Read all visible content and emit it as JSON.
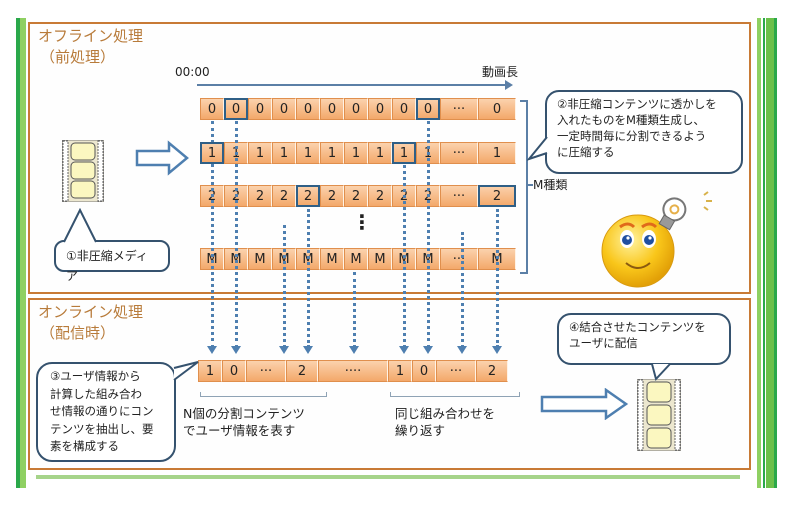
{
  "offline": {
    "title_line1": "オフライン処理",
    "title_line2": "（前処理）",
    "timeline_start": "00:00",
    "timeline_end": "動画長",
    "source_label": "①非圧縮メディア",
    "bubble2_lines": [
      "②非圧縮コンテンツに透かしを",
      "入れたものをM種類生成し、",
      "一定時間毎に分割できるよう",
      "に圧縮する"
    ],
    "m_label": "M種類",
    "vdots": "⋮",
    "rows": [
      {
        "cells": [
          "0",
          "0",
          "0",
          "0",
          "0",
          "0",
          "0",
          "0",
          "0",
          "0",
          "···",
          "0"
        ],
        "highlight": [
          1,
          9
        ]
      },
      {
        "cells": [
          "1",
          "1",
          "1",
          "1",
          "1",
          "1",
          "1",
          "1",
          "1",
          "1",
          "···",
          "1"
        ],
        "highlight": [
          0,
          8
        ]
      },
      {
        "cells": [
          "2",
          "2",
          "2",
          "2",
          "2",
          "2",
          "2",
          "2",
          "2",
          "2",
          "···",
          "2"
        ],
        "highlight": [
          4,
          11
        ]
      },
      {
        "cells": [
          "M",
          "M",
          "M",
          "M",
          "M",
          "M",
          "M",
          "M",
          "M",
          "M",
          "···",
          "M"
        ],
        "highlight": []
      }
    ]
  },
  "online": {
    "title_line1": "オンライン処理",
    "title_line2": "（配信時）",
    "bubble3_lines": [
      "③ユーザ情報から",
      "計算した組み合わ",
      "せ情報の通りにコン",
      "テンツを抽出し、要",
      "素を構成する"
    ],
    "output_cells": [
      "1",
      "0",
      "···",
      "2",
      "····",
      "1",
      "0",
      "···",
      "2"
    ],
    "brace1_lines": [
      "N個の分割コンテンツ",
      "でユーザ情報を表す"
    ],
    "brace2_lines": [
      "同じ組み合わせを",
      "繰り返す"
    ],
    "bubble4_lines": [
      "④結合させたコンテンツを",
      "ユーザに配信"
    ]
  },
  "colors": {
    "panel_border": "#c87a35",
    "title": "#b87b3a",
    "cell_fill": "#f3a86a",
    "highlight": "#2f5f86",
    "dotline": "#4e7fb0",
    "green": "#6cc04a"
  }
}
